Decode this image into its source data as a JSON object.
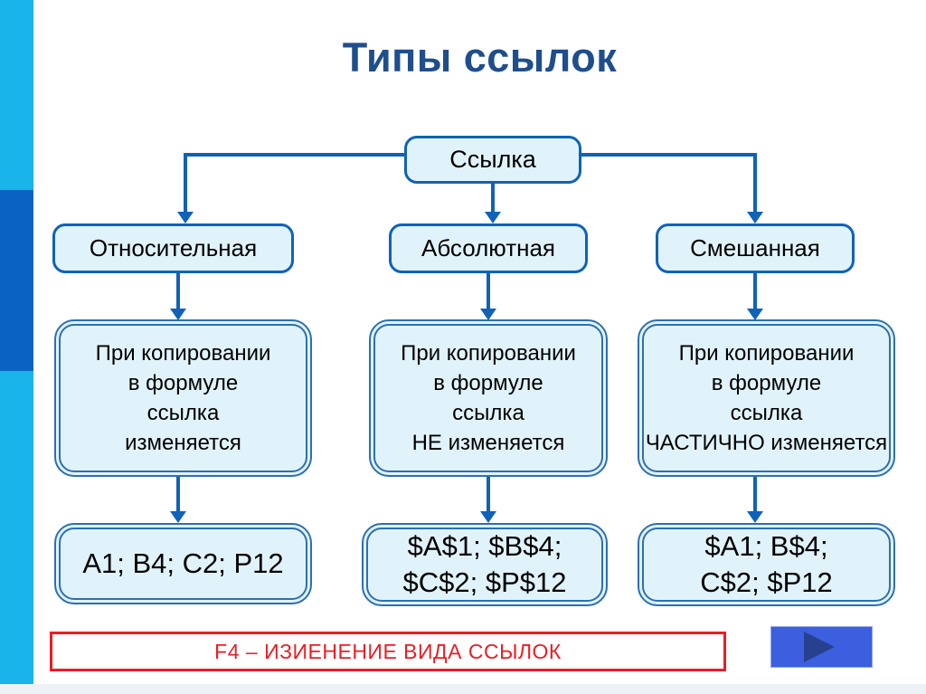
{
  "slide": {
    "title": "Типы ссылок"
  },
  "diagram": {
    "root": {
      "label": "Ссылка"
    },
    "branches": [
      {
        "label": "Относительная",
        "description": "При копировании\nв формуле\nссылка\nизменяется",
        "examples": "A1; B4; C2; P12"
      },
      {
        "label": "Абсолютная",
        "description": "При копировании\nв формуле\nссылка\nНЕ изменяется",
        "examples": "$A$1; $B$4;\n$C$2; $P$12"
      },
      {
        "label": "Смешанная",
        "description": "При копировании\nв формуле\nссылка\nЧАСТИЧНО изменяется",
        "examples": "$A1; B$4;\nC$2; $P12"
      }
    ]
  },
  "footer": {
    "hotkey_note": "F4 – ИЗИЕНЕНИЕ ВИДА ССЫЛОК"
  },
  "nav": {
    "next_icon": "play-triangle"
  },
  "colors": {
    "accent_blue": "#1062b8",
    "box_fill": "#e1f3fa",
    "double_border_blue": "#2d6fb2",
    "title_blue": "#1f4e8c",
    "sidebar_cyan": "#18b4ea",
    "sidebar_dark_blue": "#0b63c1",
    "alert_red": "#ed1c24",
    "nav_button_blue": "#3c5fe0",
    "nav_triangle_navy": "#27418f"
  }
}
